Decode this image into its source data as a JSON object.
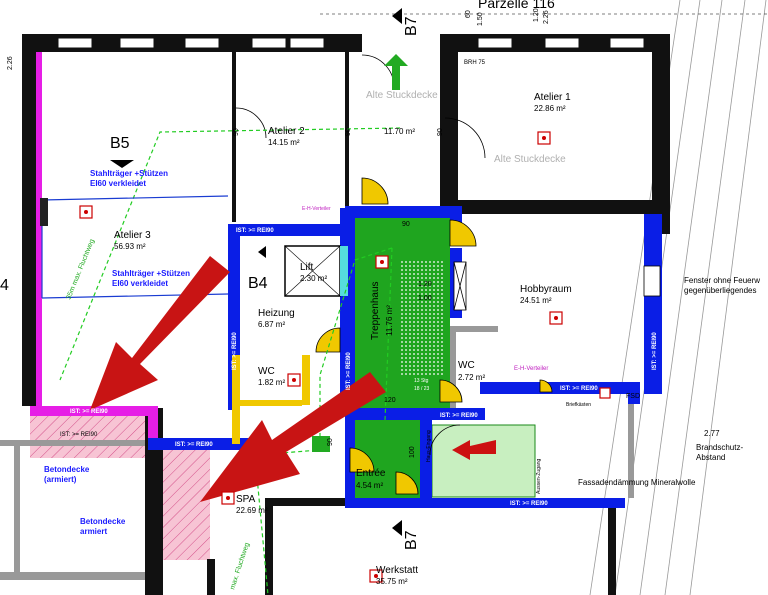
{
  "header": {
    "parcel": "Parzelle 116",
    "dim_a": "60",
    "dim_b": "1.50",
    "dim_c": "1.20",
    "dim_d": "2.26",
    "dim_left": "2.26",
    "brh": "BRH 75"
  },
  "sections": {
    "b7_top": "B7",
    "b7_bottom": "B7",
    "b5": "B5",
    "b4": "B4",
    "b4_edge": "4"
  },
  "rooms": {
    "atelier1": {
      "name": "Atelier 1",
      "area": "22.86 m²"
    },
    "atelier2": {
      "name": "Atelier 2",
      "area": "14.15 m²"
    },
    "atelier3": {
      "name": "Atelier 3",
      "area": "56.93 m²"
    },
    "corridor_area": "11.70 m²",
    "lift": {
      "name": "Lift",
      "area": "2.30 m²"
    },
    "heizung": {
      "name": "Heizung",
      "area": "6.87 m²"
    },
    "wc1": {
      "name": "WC",
      "area": "1.82 m²"
    },
    "wc2": {
      "name": "WC",
      "area": "2.72 m²"
    },
    "treppenhaus": {
      "name": "Treppenhaus",
      "area": "11.76 m²"
    },
    "hobbyraum": {
      "name": "Hobbyraum",
      "area": "24.51 m²"
    },
    "entree": {
      "name": "Entrée",
      "area": "4.54 m²"
    },
    "spa": {
      "name": "SPA",
      "area": "22.69 m²"
    },
    "werkstatt": {
      "name": "Werkstatt",
      "area": "35.75 m²"
    }
  },
  "labels": {
    "alte_stuckdecke_1": "Alte Stuckdecke",
    "alte_stuckdecke_2": "Alte Stuckdecke",
    "stahltraeger_1": "Stahlträger +Stützen",
    "el60_1": "EI60 verkleidet",
    "stahltraeger_2": "Stahlträger +Stützen",
    "el60_2": "EI60 verkleidet",
    "betondecke_1a": "Betondecke",
    "betondecke_1b": "(armiert)",
    "betondecke_2a": "Betondecke",
    "betondecke_2b": "armiert",
    "ehverteiler_1": "E-H-Verteiler",
    "ehverteiler_2": "E-H-Verteiler",
    "fsd": "FSD",
    "briefkasten": "Briefkästen",
    "fenster_a": "Fenster ohne Feuerw",
    "fenster_b": "gegenüberliegendes",
    "brandschutz_dim": "2.77",
    "brandschutz_a": "Brandschutz-",
    "brandschutz_b": "Abstand",
    "fassade": "Fassadendämmung Mineralwolle",
    "fluchtweg_1": "35m max. Fluchtweg",
    "fluchtweg_2": "max. Fluchtweg",
    "ist": "IST: >= REI90",
    "ist_short": "IST: >= REI90",
    "ist_v": "IST: >= REI90",
    "stair_a": "1.20",
    "stair_b": "1.00",
    "stair_c": "13 Stg",
    "stair_d": "18 / 23",
    "d90": "90",
    "d120": "120",
    "d100": "100",
    "haus_einzug": "Haus-Eingang",
    "aussen_zug": "Aussen-Zugang"
  },
  "colors": {
    "wall": "#111111",
    "fire_wall": "#0a1ee6",
    "stair_green": "#1fa51f",
    "light_green": "#c8efc0",
    "magenta": "#e61ee6",
    "hatch_pink": "#f4b4c8",
    "yellow": "#f0c800",
    "arrow_red": "#cc1111",
    "exit_green": "#22aa22"
  }
}
